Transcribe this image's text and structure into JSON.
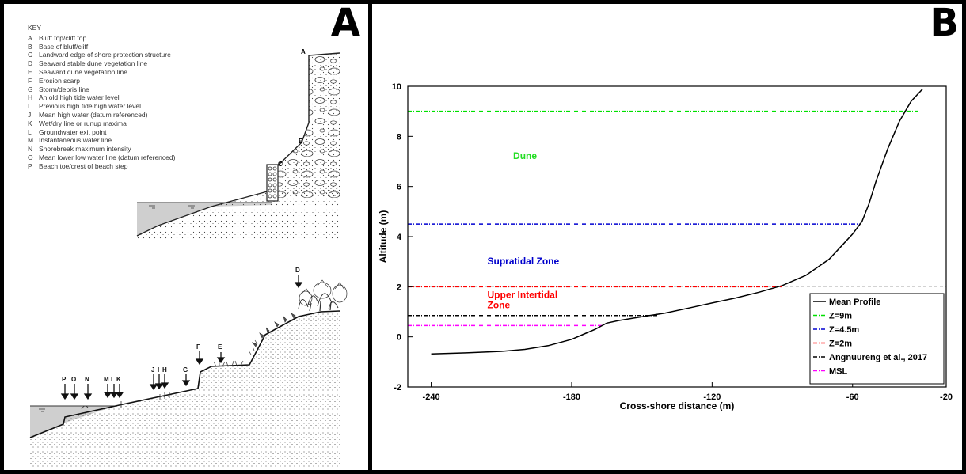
{
  "panel_a": {
    "letter": "A",
    "key_title": "KEY",
    "key": [
      {
        "code": "A",
        "text": "Bluff top/cliff top"
      },
      {
        "code": "B",
        "text": "Base of bluff/cliff"
      },
      {
        "code": "C",
        "text": "Landward edge of shore protection structure"
      },
      {
        "code": "D",
        "text": "Seaward stable dune vegetation line"
      },
      {
        "code": "E",
        "text": "Seaward dune vegetation line"
      },
      {
        "code": "F",
        "text": "Erosion scarp"
      },
      {
        "code": "G",
        "text": "Storm/debris line"
      },
      {
        "code": "H",
        "text": "An old high tide water level"
      },
      {
        "code": "I",
        "text": "Previous high tide high water level"
      },
      {
        "code": "J",
        "text": "Mean high water (datum referenced)"
      },
      {
        "code": "K",
        "text": "Wet/dry line or runup maxima"
      },
      {
        "code": "L",
        "text": "Groundwater exit point"
      },
      {
        "code": "M",
        "text": "Instantaneous water line"
      },
      {
        "code": "N",
        "text": "Shorebreak maximum intensity"
      },
      {
        "code": "O",
        "text": "Mean lower low water line (datum referenced)"
      },
      {
        "code": "P",
        "text": "Beach toe/crest of beach step"
      }
    ],
    "cliff_labels": {
      "a": "A",
      "b": "B",
      "c": "C"
    },
    "dune_labels": {
      "d": "D",
      "e": "E",
      "f": "F",
      "g": "G",
      "h": "H",
      "i": "I",
      "j": "J",
      "k": "K",
      "l": "L",
      "m": "M",
      "n": "N",
      "o": "O",
      "p": "P"
    }
  },
  "panel_b": {
    "letter": "B",
    "chart_data": {
      "type": "line",
      "title": "",
      "xlabel": "Cross-shore distance (m)",
      "ylabel": "Altitude (m)",
      "xlim": [
        -250,
        -20
      ],
      "ylim": [
        -2,
        10
      ],
      "xticks": [
        -240,
        -180,
        -120,
        -60,
        -20
      ],
      "yticks": [
        -2,
        0,
        2,
        4,
        6,
        8,
        10
      ],
      "grid": false,
      "legend_position": "lower-right",
      "series": [
        {
          "name": "Mean Profile",
          "color": "#000000",
          "style": "solid",
          "points": [
            [
              -240,
              -0.68
            ],
            [
              -225,
              -0.64
            ],
            [
              -210,
              -0.58
            ],
            [
              -200,
              -0.5
            ],
            [
              -190,
              -0.35
            ],
            [
              -180,
              -0.1
            ],
            [
              -175,
              0.1
            ],
            [
              -170,
              0.3
            ],
            [
              -165,
              0.55
            ],
            [
              -160,
              0.65
            ],
            [
              -150,
              0.8
            ],
            [
              -140,
              0.95
            ],
            [
              -130,
              1.15
            ],
            [
              -120,
              1.35
            ],
            [
              -110,
              1.55
            ],
            [
              -100,
              1.78
            ],
            [
              -90,
              2.05
            ],
            [
              -80,
              2.45
            ],
            [
              -70,
              3.1
            ],
            [
              -65,
              3.6
            ],
            [
              -60,
              4.1
            ],
            [
              -56,
              4.6
            ],
            [
              -53,
              5.3
            ],
            [
              -50,
              6.2
            ],
            [
              -45,
              7.5
            ],
            [
              -40,
              8.6
            ],
            [
              -35,
              9.4
            ],
            [
              -30,
              9.9
            ]
          ]
        },
        {
          "name": "Z=9m",
          "color": "#00e000",
          "style": "dashdot",
          "y": 9,
          "x_range": [
            -250,
            -32
          ]
        },
        {
          "name": "Z=4.5m",
          "color": "#0000d0",
          "style": "dashdot",
          "y": 4.5,
          "x_range": [
            -250,
            -57
          ]
        },
        {
          "name": "Z=2m",
          "color": "#ff0000",
          "style": "dashdot",
          "y": 2,
          "x_range": [
            -250,
            -90
          ]
        },
        {
          "name": "Angnuureng et al., 2017",
          "color": "#000000",
          "style": "dashdot",
          "y": 0.85,
          "x_range": [
            -250,
            -143
          ]
        },
        {
          "name": "MSL",
          "color": "#ff00ff",
          "style": "dashdot",
          "y": 0.45,
          "x_range": [
            -250,
            -167
          ]
        }
      ],
      "reference_line": {
        "y": 2,
        "color": "#cccccc"
      },
      "annotations": [
        {
          "text": "Dune",
          "color": "#22dd22",
          "x": -205,
          "y": 7.1
        },
        {
          "text": "Supratidal Zone",
          "color": "#0000cc",
          "x": -216,
          "y": 2.9
        },
        {
          "text": "Upper Intertidal",
          "color": "#ff0000",
          "x": -216,
          "y": 1.55
        },
        {
          "text": "Zone",
          "color": "#ff0000",
          "x": -216,
          "y": 1.15
        }
      ]
    }
  }
}
